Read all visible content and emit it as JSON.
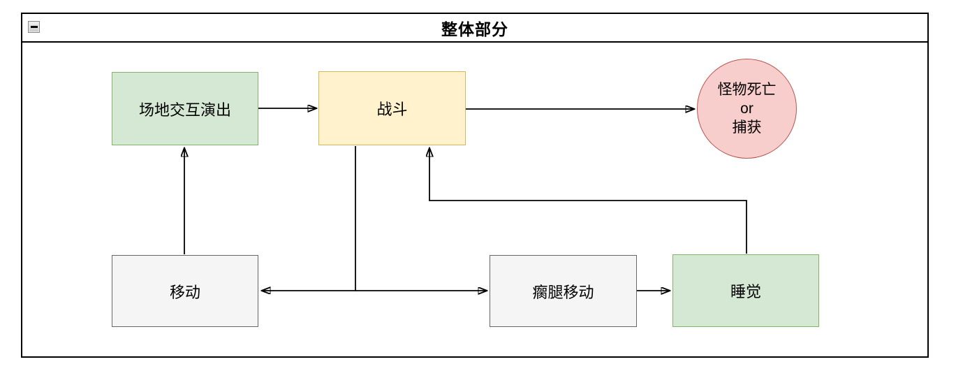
{
  "diagram": {
    "container": {
      "title": "整体部分",
      "border_color": "#000000",
      "collapse_icon": "minus-icon"
    },
    "nodes": [
      {
        "name": "field-interaction-performance",
        "label": "场地交互演出",
        "shape": "rectangle",
        "fill": "#d5e8d4",
        "stroke": "#82b366"
      },
      {
        "name": "battle",
        "label": "战斗",
        "shape": "rectangle",
        "fill": "#fff2cc",
        "stroke": "#d6b656"
      },
      {
        "name": "monster-death-or-capture",
        "label_lines": [
          "怪物死亡",
          "or",
          "捕获"
        ],
        "shape": "ellipse",
        "fill": "#f8cecc",
        "stroke": "#b85450"
      },
      {
        "name": "move",
        "label": "移动",
        "shape": "rectangle",
        "fill": "#f5f5f5",
        "stroke": "#666666"
      },
      {
        "name": "limp-move",
        "label": "瘸腿移动",
        "shape": "rectangle",
        "fill": "#f5f5f5",
        "stroke": "#666666"
      },
      {
        "name": "sleep",
        "label": "睡觉",
        "shape": "rectangle",
        "fill": "#d5e8d4",
        "stroke": "#82b366"
      }
    ],
    "edges": [
      {
        "from": "场地交互演出",
        "to": "战斗"
      },
      {
        "from": "战斗",
        "to": "怪物死亡 or 捕获"
      },
      {
        "from": "移动",
        "to": "场地交互演出"
      },
      {
        "from": "战斗",
        "to": "移动"
      },
      {
        "from": "战斗",
        "to": "瘸腿移动"
      },
      {
        "from": "瘸腿移动",
        "to": "睡觉"
      },
      {
        "from": "睡觉",
        "to": "战斗"
      }
    ],
    "edge_color": "#000000"
  }
}
